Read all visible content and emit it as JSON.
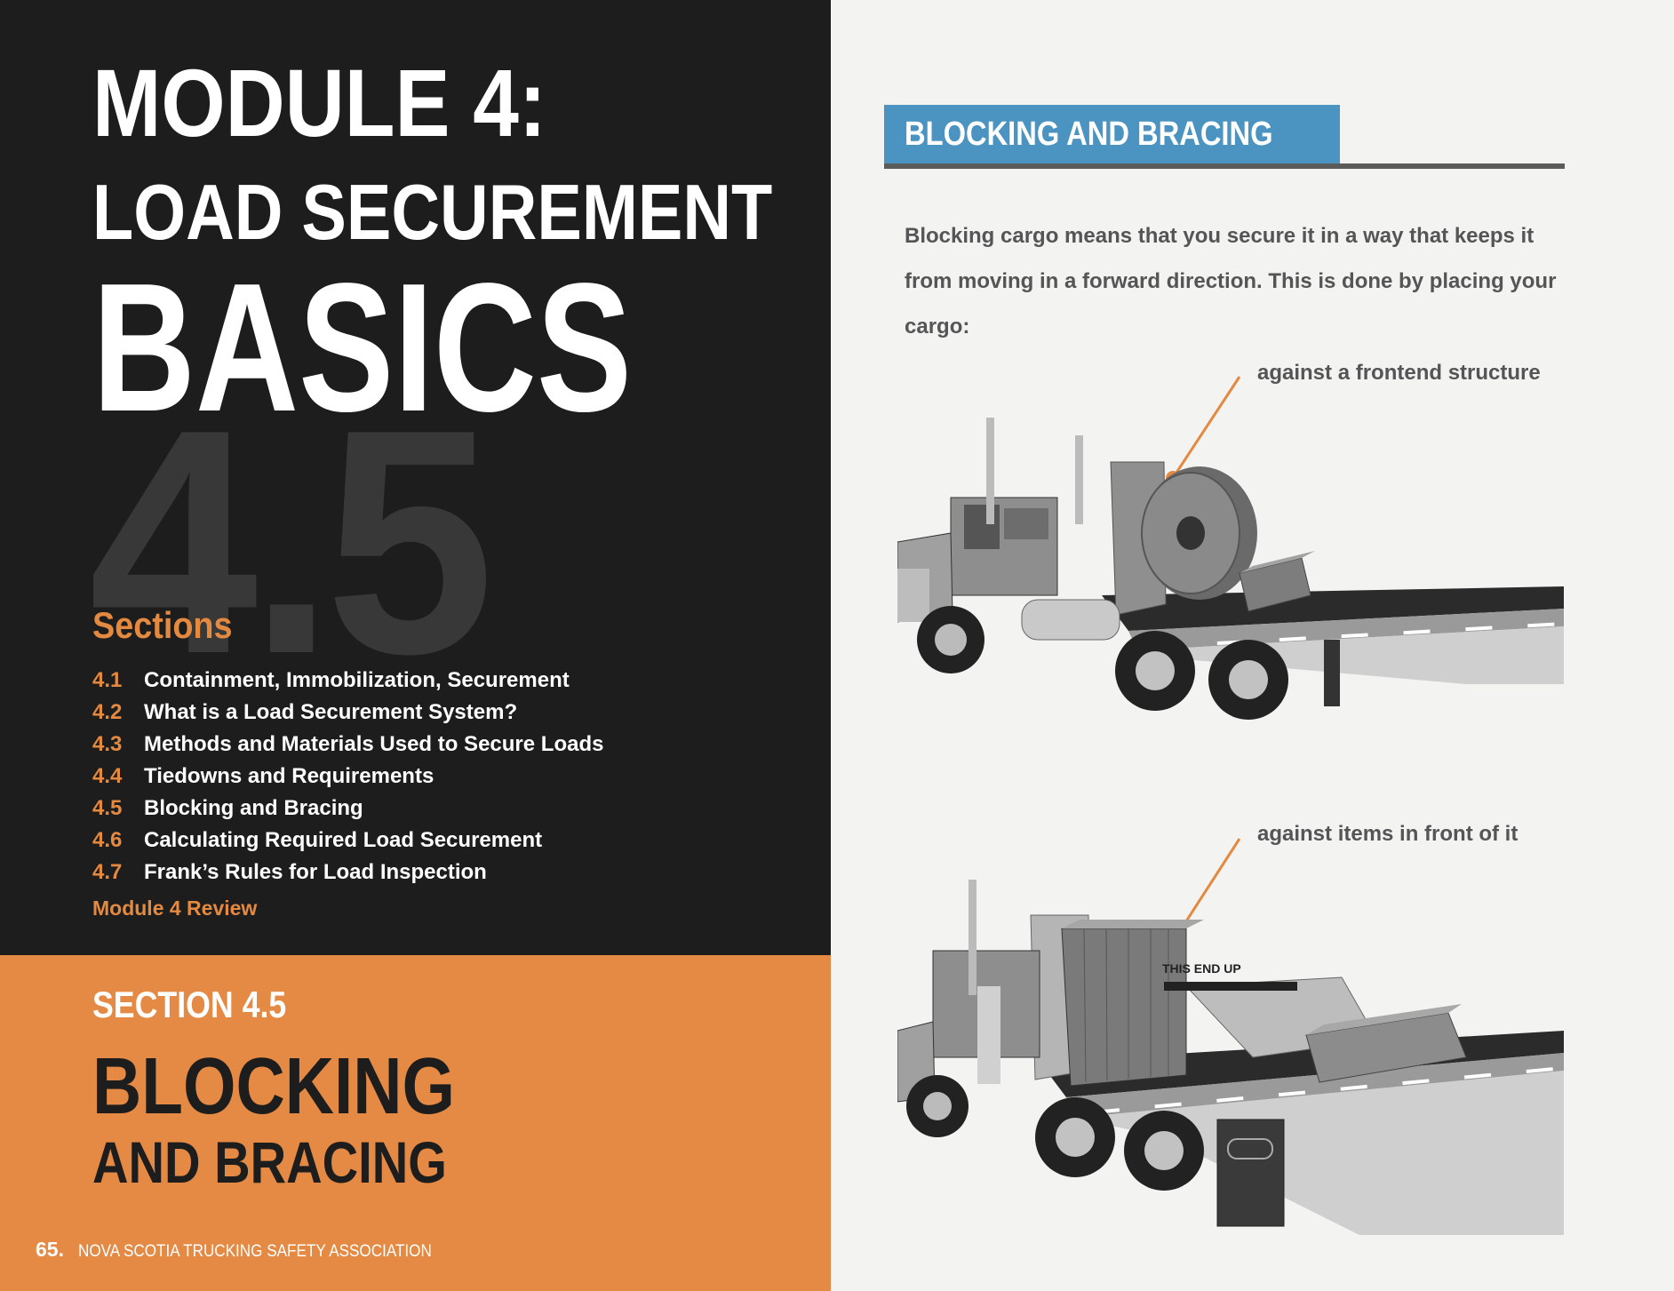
{
  "module": {
    "line1": "MODULE 4:",
    "line2": "LOAD SECUREMENT",
    "line3": "BASICS",
    "watermark_number": "4.5"
  },
  "sections": {
    "heading": "Sections",
    "items": [
      {
        "num": "4.1",
        "label": "Containment, Immobilization, Securement"
      },
      {
        "num": "4.2",
        "label": "What is a Load Securement System?"
      },
      {
        "num": "4.3",
        "label": "Methods and Materials Used to Secure Loads"
      },
      {
        "num": "4.4",
        "label": "Tiedowns and Requirements"
      },
      {
        "num": "4.5",
        "label": "Blocking and Bracing"
      },
      {
        "num": "4.6",
        "label": "Calculating Required Load Securement"
      },
      {
        "num": "4.7",
        "label": "Frank’s Rules for Load Inspection"
      }
    ],
    "review": "Module 4 Review"
  },
  "section_banner": {
    "label": "SECTION 4.5",
    "title_line1": "BLOCKING",
    "title_line2": "AND BRACING"
  },
  "footer": {
    "page_number": "65.",
    "organization": "NOVA SCOTIA TRUCKING SAFETY ASSOCIATION"
  },
  "content": {
    "header": "BLOCKING AND BRACING",
    "intro": "Blocking cargo means that you secure it in a way that keeps it from moving in a forward direction. This is done by placing your cargo:",
    "callout_1": "against a frontend structure",
    "callout_2": "against items in front of it",
    "crate_label": "THIS END UP"
  },
  "colors": {
    "dark": "#1d1d1d",
    "orange": "#e48a44",
    "blue": "#4b93c1",
    "page": "#f3f3f2"
  }
}
